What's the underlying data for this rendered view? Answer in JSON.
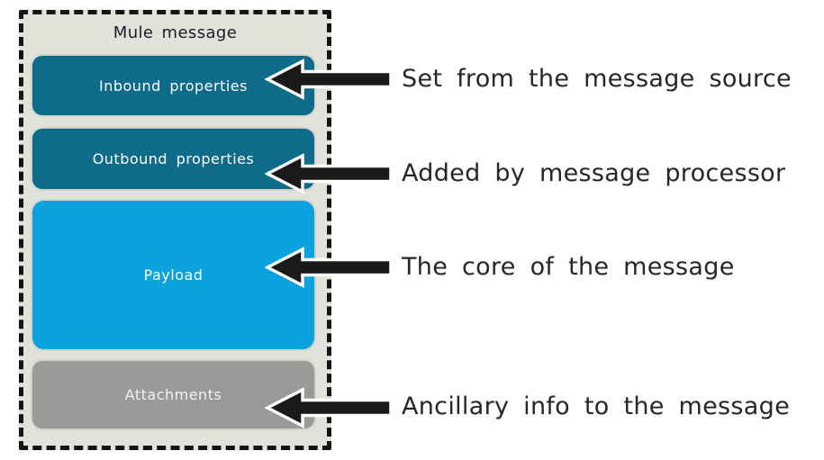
{
  "diagram": {
    "title": "Mule message",
    "boxes": [
      {
        "label": "Inbound properties",
        "color": "#0e6b89",
        "text_color": "#ffffff"
      },
      {
        "label": "Outbound properties",
        "color": "#0e6b89",
        "text_color": "#ffffff"
      },
      {
        "label": "Payload",
        "color": "#0aa2df",
        "text_color": "#ffffff"
      },
      {
        "label": "Attachments",
        "color": "#9a9a98",
        "text_color": "#f2f2f0"
      }
    ],
    "annotations": [
      {
        "icon": "left-arrow",
        "text": "Set from the message source"
      },
      {
        "icon": "left-arrow",
        "text": "Added by message processor"
      },
      {
        "icon": "left-arrow",
        "text": "The core of the message"
      },
      {
        "icon": "left-arrow",
        "text": "Ancillary info to the message"
      }
    ],
    "colors": {
      "page_bg": "#ffffff",
      "container_bg": "#e1e2da",
      "container_border": "#141414",
      "arrow_fill": "#1a1a1a",
      "arrow_outline": "#ffffff",
      "label_text": "#26262b",
      "title_text": "#1c1c26"
    }
  }
}
